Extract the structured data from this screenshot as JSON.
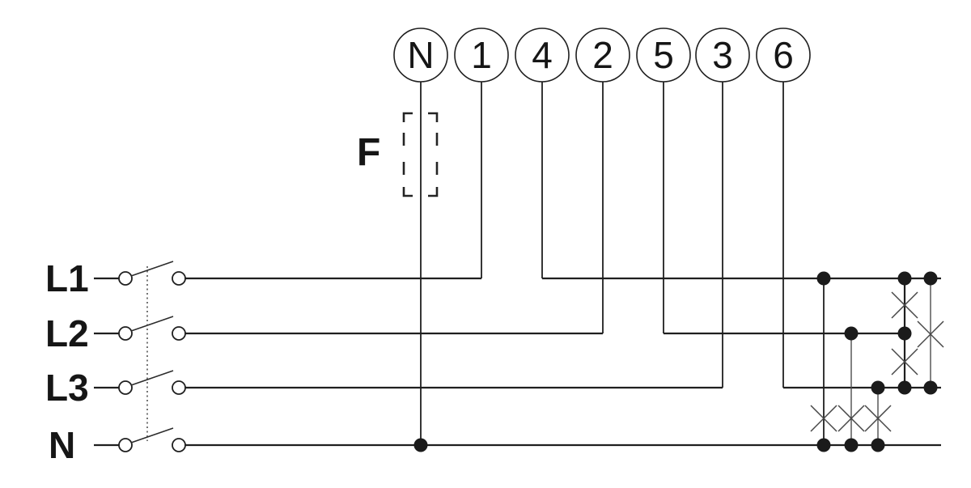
{
  "diagram": {
    "kind": "three-phase energy meter wiring diagram",
    "background_color": "#ffffff",
    "line_color": "#1f1f1f",
    "meter_terminals": {
      "items": [
        {
          "label": "N"
        },
        {
          "label": "1"
        },
        {
          "label": "4"
        },
        {
          "label": "2"
        },
        {
          "label": "5"
        },
        {
          "label": "3"
        },
        {
          "label": "6"
        }
      ]
    },
    "fuse": {
      "label": "F"
    },
    "supply_lines": {
      "items": [
        {
          "label": "L1"
        },
        {
          "label": "L2"
        },
        {
          "label": "L3"
        },
        {
          "label": "N"
        }
      ]
    },
    "symbols": {
      "terminal": "circled-terminal",
      "junction": "junction-dot",
      "removable_link": "cross-link",
      "switch": "open-contact-switch",
      "fuse_enclosure": "dashed-box"
    }
  }
}
